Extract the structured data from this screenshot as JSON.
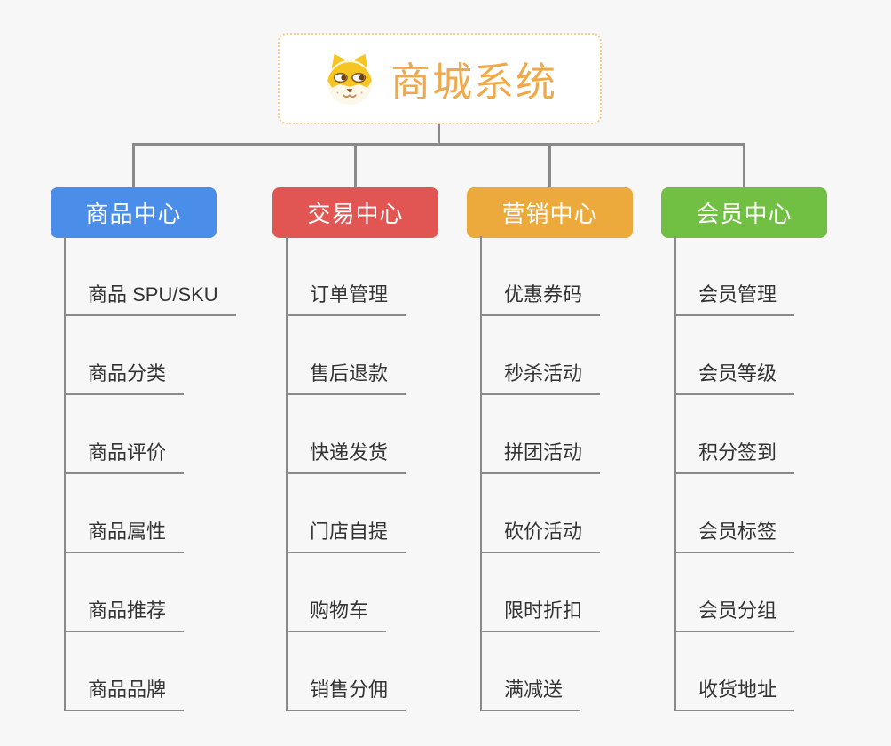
{
  "colors": {
    "canvas": "#f7f7f7",
    "line": "#8a8a8a",
    "item_text": "#333333",
    "root_text": "#f0a94a",
    "root_border": "#f6ca8c"
  },
  "root": {
    "title": "商城系统",
    "icon": "dog-face-icon"
  },
  "branches": [
    {
      "label": "商品中心",
      "color": "#4a8eea",
      "items": [
        "商品 SPU/SKU",
        "商品分类",
        "商品评价",
        "商品属性",
        "商品推荐",
        "商品品牌"
      ]
    },
    {
      "label": "交易中心",
      "color": "#e15653",
      "items": [
        "订单管理",
        "售后退款",
        "快递发货",
        "门店自提",
        "购物车",
        "销售分佣"
      ]
    },
    {
      "label": "营销中心",
      "color": "#ecaa3d",
      "items": [
        "优惠券码",
        "秒杀活动",
        "拼团活动",
        "砍价活动",
        "限时折扣",
        "满减送"
      ]
    },
    {
      "label": "会员中心",
      "color": "#71bf43",
      "items": [
        "会员管理",
        "会员等级",
        "积分签到",
        "会员标签",
        "会员分组",
        "收货地址"
      ]
    }
  ]
}
